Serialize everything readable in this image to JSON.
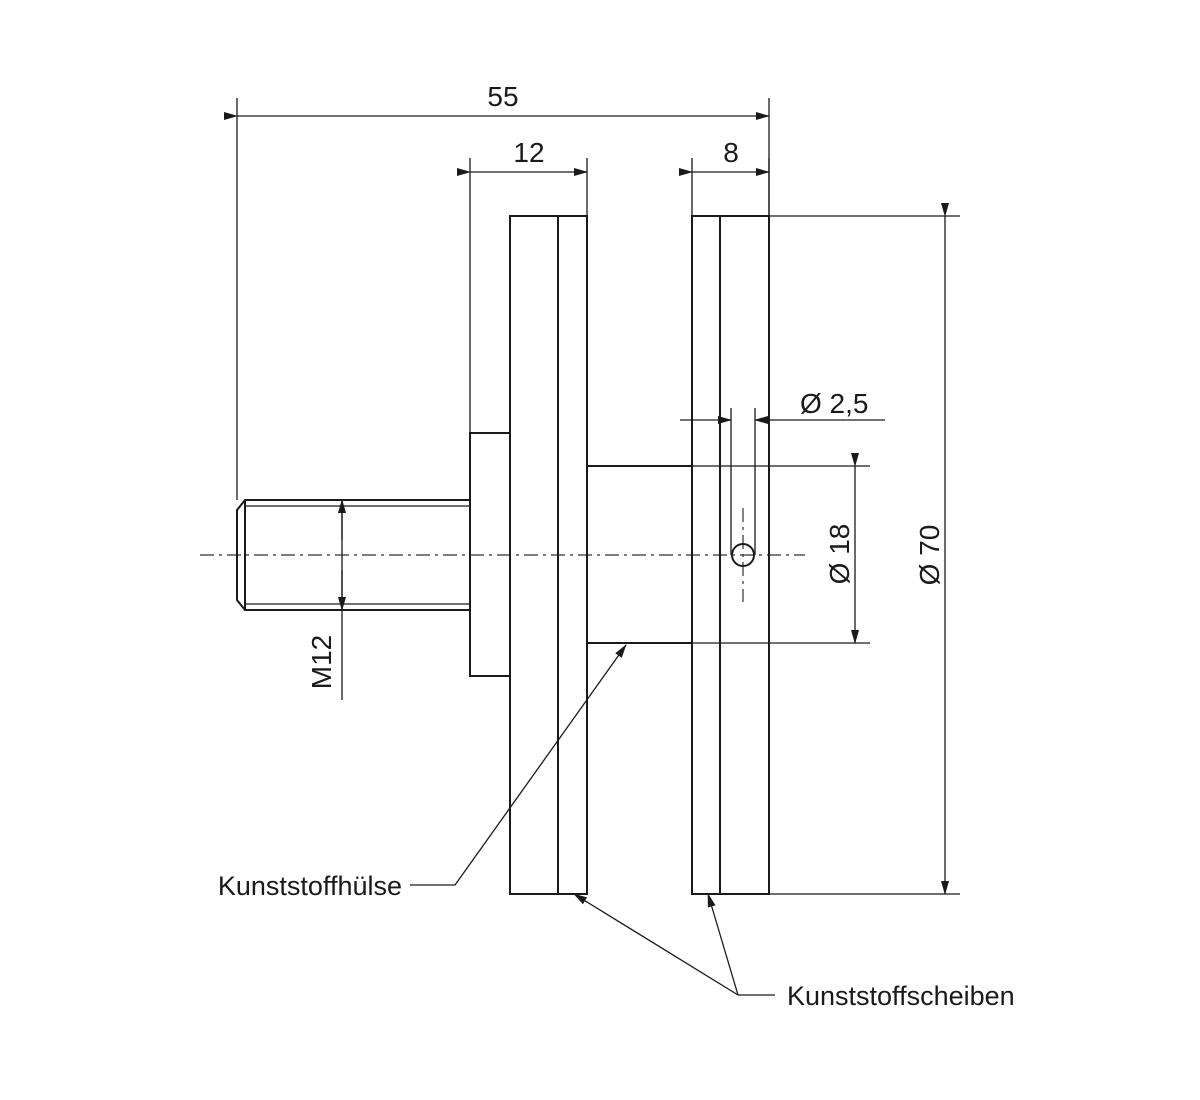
{
  "dimensions": {
    "overall_length": "55",
    "flange_width": "12",
    "disc_width": "8",
    "hole_diameter": "Ø 2,5",
    "hub_diameter": "Ø 18",
    "disc_diameter": "Ø 70",
    "thread": "M12"
  },
  "callouts": {
    "sleeve": "Kunststoffhülse",
    "discs": "Kunststoffscheiben"
  }
}
